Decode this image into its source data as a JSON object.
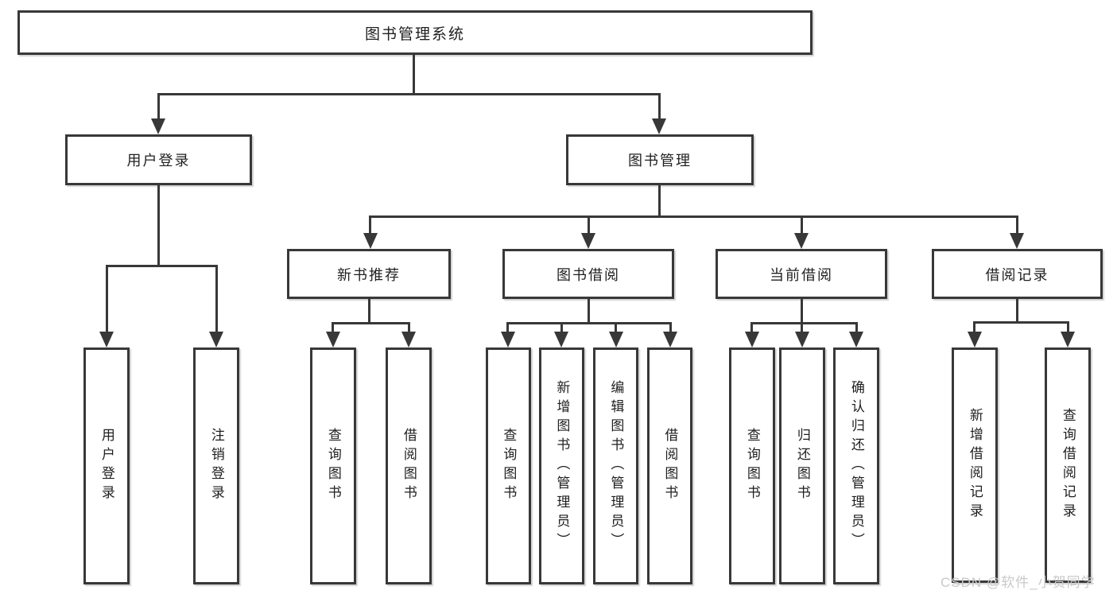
{
  "diagram": {
    "title_node": "图书管理系统",
    "nodes": {
      "root": "图书管理系统",
      "user_login": "用户登录",
      "book_mgmt": "图书管理",
      "new_book": "新书推荐",
      "book_borrow": "图书借阅",
      "current_borrow": "当前借阅",
      "borrow_record": "借阅记录",
      "user_login_children": [
        "用户登录",
        "注销登录"
      ],
      "new_book_children": [
        "查询图书",
        "借阅图书"
      ],
      "book_borrow_children": [
        "查询图书",
        "新增图书（管理员）",
        "编辑图书（管理员）",
        "借阅图书"
      ],
      "current_borrow_children": [
        "查询图书",
        "归还图书",
        "确认归还（管理员）"
      ],
      "borrow_record_children": [
        "新增借阅记录",
        "查询借阅记录"
      ]
    }
  },
  "watermark": "CSDN @软件_小贺同学",
  "colors": {
    "line": "#383838",
    "text": "#1f1f1f",
    "watermark": "#c9c9c9",
    "background": "#ffffff"
  }
}
